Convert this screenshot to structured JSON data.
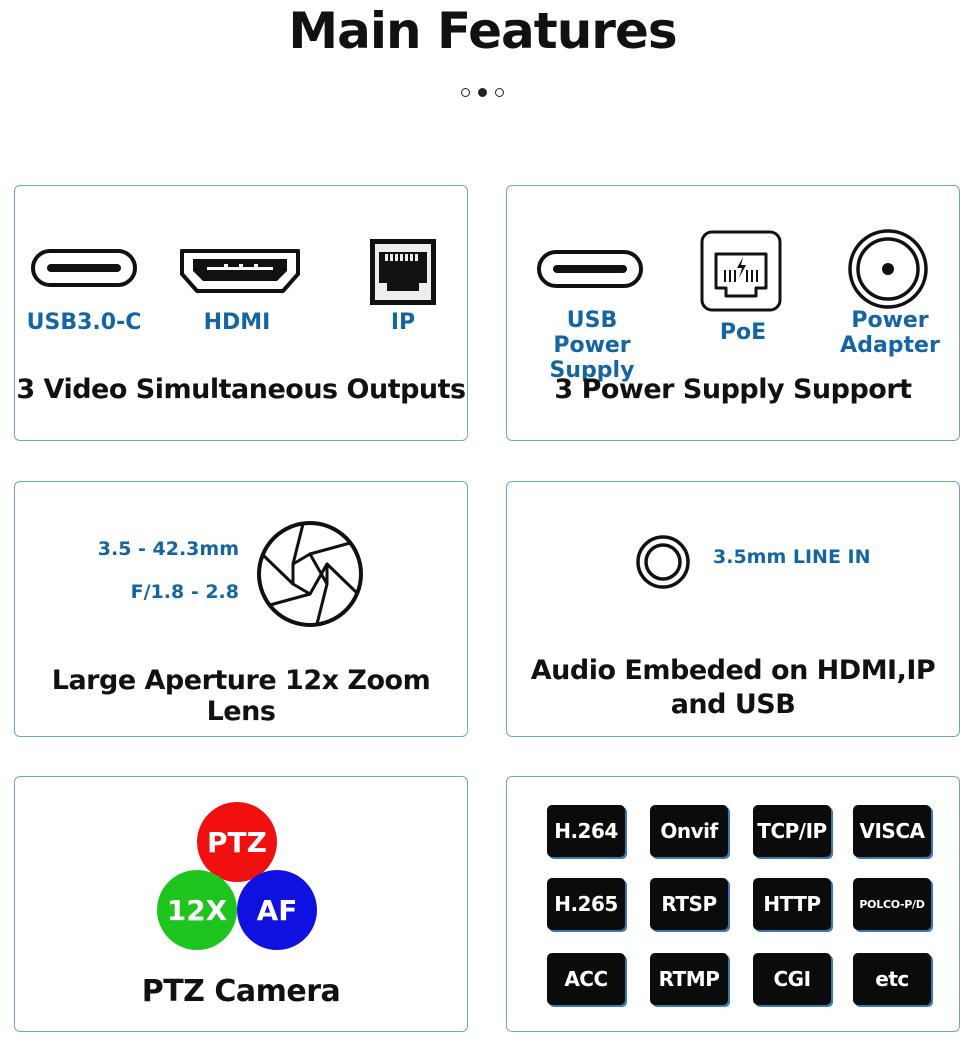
{
  "header": {
    "title": "Main Features"
  },
  "pager": {
    "dot_count": 3,
    "active_index": 1
  },
  "cards": {
    "video_outputs": {
      "labels": [
        "USB3.0-C",
        "HDMI",
        "IP"
      ],
      "caption": "3 Video Simultaneous Outputs"
    },
    "power_supply": {
      "labels": [
        "USB",
        "Power Supply",
        "PoE",
        "Power",
        "Adapter"
      ],
      "caption": "3 Power Supply Support"
    },
    "lens": {
      "focal": "3.5 - 42.3mm",
      "aperture": "F/1.8 - 2.8",
      "caption": "Large Aperture 12x Zoom Lens"
    },
    "audio": {
      "line_in": "3.5mm LINE IN",
      "caption_line1": "Audio Embeded on HDMI,IP",
      "caption_line2": "and USB"
    },
    "ptz": {
      "circles": [
        "PTZ",
        "12X",
        "AF"
      ],
      "colors": [
        "#f01010",
        "#1ec51e",
        "#1010e0"
      ],
      "caption": "PTZ Camera"
    },
    "protocols": {
      "badges": [
        "H.264",
        "Onvif",
        "TCP/IP",
        "VISCA",
        "H.265",
        "RTSP",
        "HTTP",
        "POLCO-P/D",
        "ACC",
        "RTMP",
        "CGI",
        "etc"
      ]
    }
  }
}
